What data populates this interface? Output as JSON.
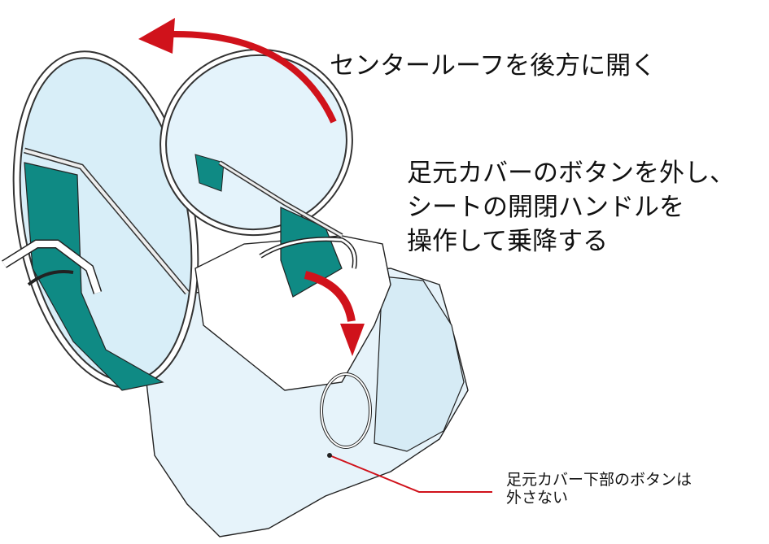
{
  "annotations": {
    "roof": "センタールーフを後方に開く",
    "seat_line1": "足元カバーのボタンを外し、",
    "seat_line2": "シートの開閉ハンドルを",
    "seat_line3": "操作して乗降する",
    "button_line1": "足元カバー下部のボタンは",
    "button_line2": "外さない"
  },
  "colors": {
    "arrow": "#d0121b",
    "teal": "#0f8a84",
    "cover": "#dff0f8",
    "outline": "#222222"
  }
}
